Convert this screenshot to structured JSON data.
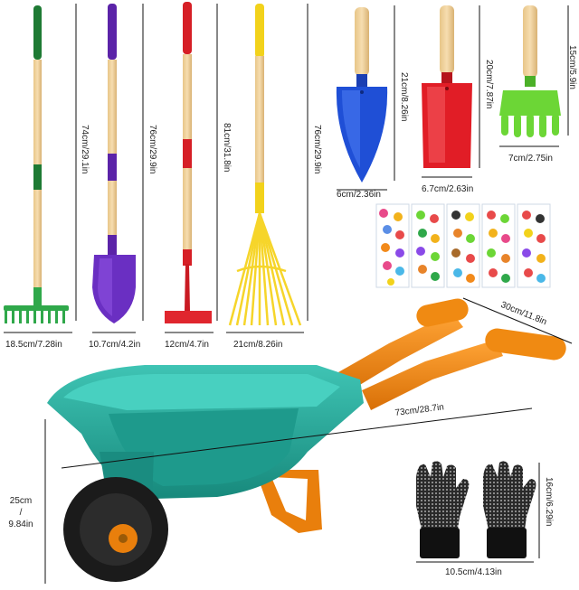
{
  "tools": {
    "rake": {
      "height": "74cm/29.1in",
      "width": "18.5cm/7.28in",
      "handle_color": "#1e7a34",
      "head_color": "#2fa84a"
    },
    "shovel": {
      "height": "76cm/29.9in",
      "width": "10.7cm/4.2in",
      "handle_color": "#5b23a8",
      "head_color": "#6a2fc2"
    },
    "hoe": {
      "height": "81cm/31.8in",
      "width": "12cm/4.7in",
      "handle_color": "#d61f26",
      "head_color": "#e0262e"
    },
    "leaf_rake": {
      "height": "76cm/29.9in",
      "width": "21cm/8.26in",
      "handle_color": "#f2d21b",
      "head_color": "#f6d52a"
    }
  },
  "hand_tools": {
    "trowel": {
      "height": "21cm/8.26in",
      "width": "6cm/2.36in",
      "color": "#1f4fd6"
    },
    "transplanter": {
      "height": "20cm/7.87in",
      "width": "6.7cm/2.63in",
      "color": "#e11d26"
    },
    "cultivator": {
      "height": "15cm/5.9in",
      "width": "7cm/2.75in",
      "color": "#6cd636"
    }
  },
  "wheelbarrow": {
    "length": "73cm/28.7in",
    "handle_span": "30cm/11.8in",
    "height_cm": "25cm",
    "height_sep": "/",
    "height_in": "9.84in",
    "body_color": "#25a99a",
    "handle_color": "#f08a12"
  },
  "gloves": {
    "height": "16cm/6.29in",
    "width": "10.5cm/4.13in"
  },
  "stickers": {
    "sheet_count": 5
  },
  "colors": {
    "wood": "#f0d29a",
    "dimension_line": "#111111"
  }
}
